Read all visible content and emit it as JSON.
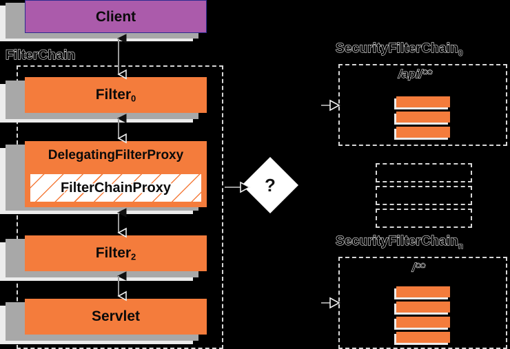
{
  "diagram": {
    "title": "Spring Security FilterChain delegation",
    "colors": {
      "background": "#000000",
      "client_fill": "#ab5bab",
      "client_border": "#2b2b8f",
      "filter_fill": "#f47c3c",
      "hatch_fill": "#ffffff",
      "shadow_light": "#ececec",
      "shadow_grey": "#a8a8a8",
      "dash_stroke": "#d8d8d8",
      "connector": "#9a9a9a",
      "diamond_fill": "#ffffff"
    }
  },
  "left": {
    "client": {
      "label": "Client"
    },
    "group_label": "FilterChain",
    "nodes": [
      {
        "label": "Filter",
        "sub": "0"
      },
      {
        "label": "DelegatingFilterProxy",
        "inner_label": "FilterChainProxy"
      },
      {
        "label": "Filter",
        "sub": "2"
      },
      {
        "label": "Servlet",
        "sub": ""
      }
    ]
  },
  "decision": {
    "label": "?"
  },
  "right": {
    "chains": [
      {
        "group_label": "SecurityFilterChain",
        "group_sub": "0",
        "pattern": "/api/**",
        "filter_count": 3
      },
      {
        "group_label": "SecurityFilterChain",
        "group_sub": "n",
        "pattern": "/**",
        "filter_count": 4
      }
    ],
    "ellipsis_boxes": 3
  }
}
